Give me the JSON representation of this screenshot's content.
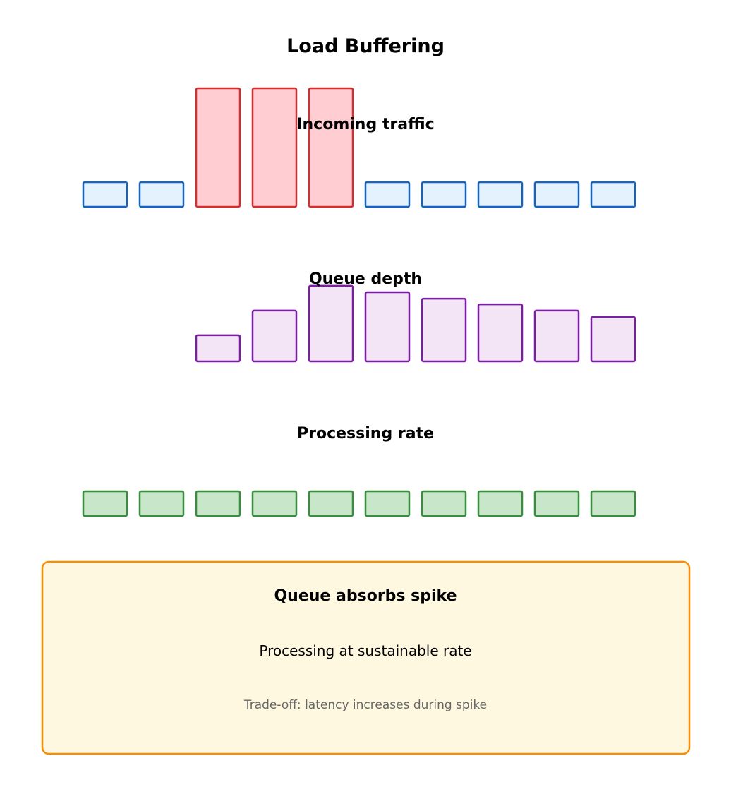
{
  "title": "Load Buffering",
  "rows": [
    {
      "label": "Incoming traffic",
      "values": [
        1,
        1,
        4.8,
        4.8,
        4.8,
        1,
        1,
        1,
        1,
        1
      ],
      "spike_threshold": 2,
      "colors": {
        "fill": "#E3F2FD",
        "stroke": "#1565C0",
        "spike_fill": "#FFCDD2",
        "spike_stroke": "#D32F2F"
      }
    },
    {
      "label": "Queue depth",
      "values": [
        0,
        0,
        1.06,
        2.06,
        3.06,
        2.8,
        2.54,
        2.31,
        2.06,
        1.8
      ],
      "colors": {
        "fill": "#F3E5F5",
        "stroke": "#7B1FA2"
      }
    },
    {
      "label": "Processing rate",
      "values": [
        1,
        1,
        1,
        1,
        1,
        1,
        1,
        1,
        1,
        1
      ],
      "colors": {
        "fill": "#C8E6C9",
        "stroke": "#388E3C"
      }
    }
  ],
  "callout": {
    "title": "Queue absorbs spike",
    "line1": "Processing at sustainable rate",
    "line2": "Trade-off: latency increases during spike",
    "colors": {
      "fill": "#FFF8E1",
      "stroke": "#FB8C00"
    }
  }
}
